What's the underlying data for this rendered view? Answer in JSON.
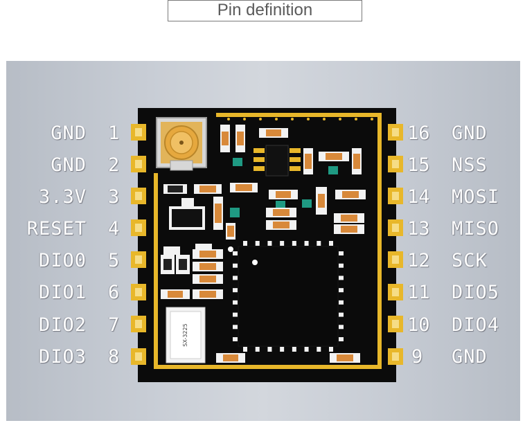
{
  "title": "Pin definition",
  "left_pins": [
    {
      "num": "1",
      "label": "GND"
    },
    {
      "num": "2",
      "label": "GND"
    },
    {
      "num": "3",
      "label": "3.3V"
    },
    {
      "num": "4",
      "label": "RESET"
    },
    {
      "num": "5",
      "label": "DIO0"
    },
    {
      "num": "6",
      "label": "DIO1"
    },
    {
      "num": "7",
      "label": "DIO2"
    },
    {
      "num": "8",
      "label": "DIO3"
    }
  ],
  "right_pins": [
    {
      "num": "16",
      "label": "GND"
    },
    {
      "num": "15",
      "label": "NSS"
    },
    {
      "num": "14",
      "label": "MOSI"
    },
    {
      "num": "13",
      "label": "MISO"
    },
    {
      "num": "12",
      "label": "SCK"
    },
    {
      "num": "11",
      "label": "DIO5"
    },
    {
      "num": "10",
      "label": "DIO4"
    },
    {
      "num": "9",
      "label": "GND"
    }
  ],
  "crystal_marking": "SX-3225",
  "colors": {
    "board": "#0b0b0b",
    "gold": "#e8b72a",
    "resistor": "#d8893a",
    "capacitor": "#1f9a83",
    "panel": "#c9ced6"
  }
}
